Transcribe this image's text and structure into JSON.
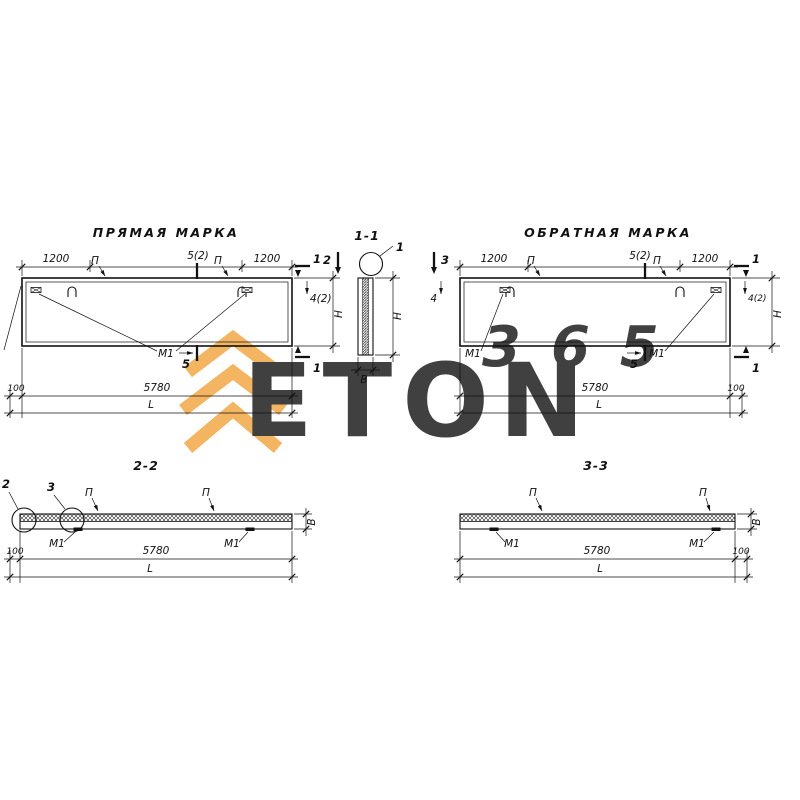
{
  "views": {
    "direct": {
      "title": "ПРЯМАЯ МАРКА"
    },
    "reverse": {
      "title": "ОБРАТНАЯ МАРКА"
    },
    "s11": {
      "title": "1-1"
    },
    "s22": {
      "title": "2-2"
    },
    "s33": {
      "title": "3-3"
    }
  },
  "dims": {
    "d1200": "1200",
    "d5780": "5780",
    "d100": "100",
    "L": "L",
    "H": "Н",
    "B": "В",
    "d42": "4(2)",
    "d52": "5(2)",
    "d4": "4"
  },
  "marks": {
    "p": "П",
    "m1": "М1",
    "s1": "1",
    "s2": "2",
    "s3": "3",
    "s5": "5"
  },
  "watermark": {
    "name": "ETON",
    "number": "365",
    "orange": "#F2A33C",
    "gray": "#DBDBDB"
  }
}
